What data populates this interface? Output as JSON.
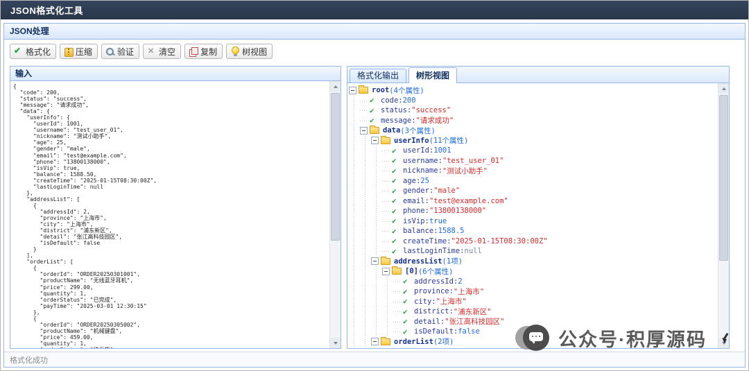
{
  "app": {
    "title": "JSON格式化工具"
  },
  "panel": {
    "title": "JSON处理"
  },
  "toolbar": {
    "buttons": [
      {
        "label": "格式化",
        "name": "format-button",
        "icon": "check-icon"
      },
      {
        "label": "压缩",
        "name": "compress-button",
        "icon": "compress-icon"
      },
      {
        "label": "验证",
        "name": "validate-button",
        "icon": "magnifier-icon"
      },
      {
        "label": "清空",
        "name": "clear-button",
        "icon": "clear-icon"
      },
      {
        "label": "复制",
        "name": "copy-button",
        "icon": "copy-icon"
      },
      {
        "label": "树视图",
        "name": "treeview-button",
        "icon": "bulb-icon"
      }
    ]
  },
  "input_panel": {
    "title": "输入",
    "content": "{\n  \"code\": 200,\n  \"status\": \"success\",\n  \"message\": \"请求成功\",\n  \"data\": {\n    \"userInfo\": {\n      \"userId\": 1001,\n      \"username\": \"test_user_01\",\n      \"nickname\": \"测试小助手\",\n      \"age\": 25,\n      \"gender\": \"male\",\n      \"email\": \"test@example.com\",\n      \"phone\": \"13800138000\",\n      \"isVip\": true,\n      \"balance\": 1588.50,\n      \"createTime\": \"2025-01-15T08:30:00Z\",\n      \"lastLoginTime\": null\n    },\n    \"addressList\": [\n      {\n        \"addressId\": 2,\n        \"province\": \"上海市\",\n        \"city\": \"上海市\",\n        \"district\": \"浦东新区\",\n        \"detail\": \"张江高科技园区\",\n        \"isDefault\": false\n      }\n    ],\n    \"orderList\": [\n      {\n        \"orderId\": \"ORDER20250301001\",\n        \"productName\": \"无线蓝牙耳机\",\n        \"price\": 299.00,\n        \"quantity\": 1,\n        \"orderStatus\": \"已完成\",\n        \"payTime\": \"2025-03-01 12:30:15\"\n      },\n      {\n        \"orderId\": \"ORDER20250305002\",\n        \"productName\": \"机械键盘\",\n        \"price\": 459.00,\n        \"quantity\": 1,\n        \"orderStatus\": \"待发货\","
  },
  "output_panel": {
    "tabs": [
      {
        "label": "格式化输出",
        "active": false
      },
      {
        "label": "树形视图",
        "active": true
      }
    ]
  },
  "tree": {
    "nodes": [
      {
        "d": 0,
        "t": "folder",
        "name": "root",
        "count": "4个属性"
      },
      {
        "d": 1,
        "t": "leaf",
        "key": "code",
        "val": "200",
        "vt": "num"
      },
      {
        "d": 1,
        "t": "leaf",
        "key": "status",
        "val": "\"success\"",
        "vt": "str"
      },
      {
        "d": 1,
        "t": "leaf",
        "key": "message",
        "val": "\"请求成功\"",
        "vt": "str"
      },
      {
        "d": 1,
        "t": "folder",
        "name": "data",
        "count": "3个属性"
      },
      {
        "d": 2,
        "t": "folder",
        "name": "userInfo",
        "count": "11个属性"
      },
      {
        "d": 3,
        "t": "leaf",
        "key": "userId",
        "val": "1001",
        "vt": "num"
      },
      {
        "d": 3,
        "t": "leaf",
        "key": "username",
        "val": "\"test_user_01\"",
        "vt": "str"
      },
      {
        "d": 3,
        "t": "leaf",
        "key": "nickname",
        "val": "\"测试小助手\"",
        "vt": "str"
      },
      {
        "d": 3,
        "t": "leaf",
        "key": "age",
        "val": "25",
        "vt": "num"
      },
      {
        "d": 3,
        "t": "leaf",
        "key": "gender",
        "val": "\"male\"",
        "vt": "str"
      },
      {
        "d": 3,
        "t": "leaf",
        "key": "email",
        "val": "\"test@example.com\"",
        "vt": "str"
      },
      {
        "d": 3,
        "t": "leaf",
        "key": "phone",
        "val": "\"13800138000\"",
        "vt": "str"
      },
      {
        "d": 3,
        "t": "leaf",
        "key": "isVip",
        "val": "true",
        "vt": "bool"
      },
      {
        "d": 3,
        "t": "leaf",
        "key": "balance",
        "val": "1588.5",
        "vt": "num"
      },
      {
        "d": 3,
        "t": "leaf",
        "key": "createTime",
        "val": "\"2025-01-15T08:30:00Z\"",
        "vt": "str"
      },
      {
        "d": 3,
        "t": "leaf",
        "key": "lastLoginTime",
        "val": "null",
        "vt": "null"
      },
      {
        "d": 2,
        "t": "folder",
        "name": "addressList",
        "count": "1项"
      },
      {
        "d": 3,
        "t": "folder",
        "name": "[0]",
        "count": "6个属性"
      },
      {
        "d": 4,
        "t": "leaf",
        "key": "addressId",
        "val": "2",
        "vt": "num"
      },
      {
        "d": 4,
        "t": "leaf",
        "key": "province",
        "val": "\"上海市\"",
        "vt": "str"
      },
      {
        "d": 4,
        "t": "leaf",
        "key": "city",
        "val": "\"上海市\"",
        "vt": "str"
      },
      {
        "d": 4,
        "t": "leaf",
        "key": "district",
        "val": "\"浦东新区\"",
        "vt": "str"
      },
      {
        "d": 4,
        "t": "leaf",
        "key": "detail",
        "val": "\"张江高科技园区\"",
        "vt": "str"
      },
      {
        "d": 4,
        "t": "leaf",
        "key": "isDefault",
        "val": "false",
        "vt": "bool"
      },
      {
        "d": 2,
        "t": "folder",
        "name": "orderList",
        "count": "2项"
      }
    ]
  },
  "statusbar": {
    "text": "格式化成功"
  },
  "watermark": {
    "text": "公众号·积厚源码"
  },
  "colors": {
    "topbar_bg": "#2c3a4e",
    "panel_border": "#95b8e7",
    "panel_title_text": "#0e2d5f",
    "tree_string": "#d42a2a",
    "tree_number": "#1d6adb",
    "tree_key": "#2b3a9e",
    "tree_null": "#7a8aa0"
  }
}
